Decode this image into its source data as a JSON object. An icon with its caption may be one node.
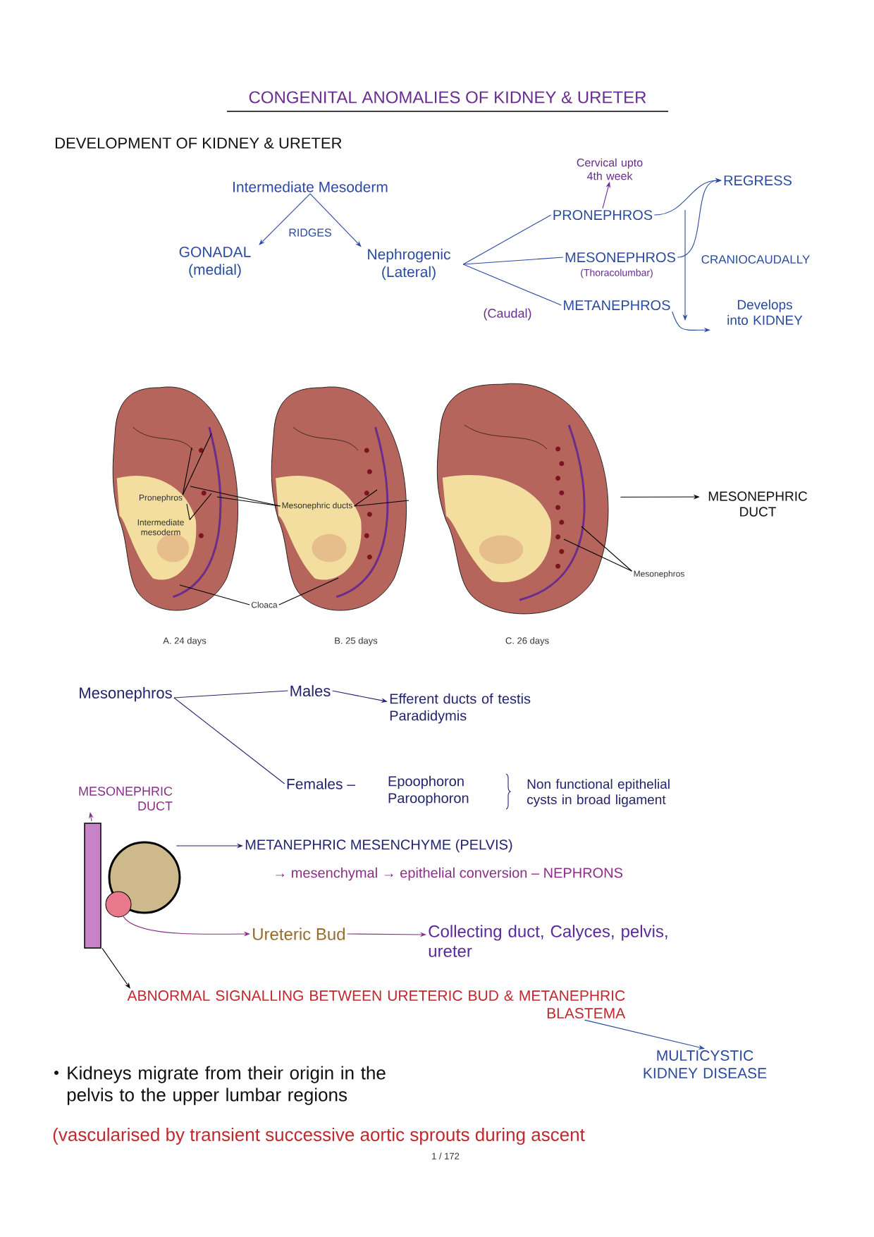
{
  "diagram": {
    "title": "CONGENITAL ANOMALIES OF KIDNEY & URETER",
    "nodes": [
      {
        "text": [
          "Intermediate Mesoderm"
        ]
      },
      {
        "text": [
          "GONADAL (medial)"
        ]
      },
      {
        "text": [
          "Nephrogenic (Lateral)"
        ]
      },
      {
        "text": [
          "PRONEPHROS"
        ]
      },
      {
        "text": [
          "Cervical upto 4th week"
        ]
      },
      {
        "text": [
          "MESONEPHROS"
        ],
        "beside": [
          "(Thoracolumbar)"
        ]
      },
      {
        "text": [
          "METANEPHROS"
        ],
        "beside": [
          "(Caudal)"
        ]
      },
      {
        "text": [
          "REGRESS"
        ]
      },
      {
        "text": [
          "Develops into KIDNEY"
        ]
      },
      {
        "text": [],
        "shape": "picture",
        "beside": [
          "A. 24 days"
        ]
      },
      {
        "text": [],
        "shape": "picture",
        "beside": [
          "B. 25 days"
        ]
      },
      {
        "text": [],
        "shape": "picture",
        "beside": [
          "C. 26 days"
        ]
      },
      {
        "text": [
          "Pronephros"
        ],
        "in": 9
      },
      {
        "text": [
          "Intermediate mesoderm"
        ],
        "in": 9
      },
      {
        "text": [
          "Mesonephric ducts"
        ],
        "in": 10
      },
      {
        "text": [
          "Cloaca"
        ]
      },
      {
        "text": [
          "Mesonephros"
        ]
      },
      {
        "text": [
          "MESONEPHRIC DUCT"
        ]
      },
      {
        "text": [
          "Mesonephros"
        ]
      },
      {
        "text": [
          "Males"
        ]
      },
      {
        "text": [
          "Efferent ducts of testis",
          "Paradidymis"
        ]
      },
      {
        "text": [
          "Females –"
        ]
      },
      {
        "text": [
          "Epoophoron Paroophoron"
        ]
      },
      {
        "text": [
          "MESONEPHRIC DUCT"
        ]
      },
      {
        "text": [],
        "shape": "picture"
      },
      {
        "text": [
          "METANEPHRIC MESENCHYME (PELVIS)"
        ]
      },
      {
        "text": [
          "Ureteric Bud"
        ]
      },
      {
        "text": [
          "Collecting duct, Calyces, pelvis, ureter"
        ]
      },
      {
        "text": [
          "ABNORMAL SIGNALLING BETWEEN URETERIC BUD & METANEPHRIC BLASTEMA"
        ]
      },
      {
        "text": [
          "MULTICYSTIC KIDNEY DISEASE"
        ]
      }
    ],
    "edges": [
      {
        "from": 0,
        "to": 1,
        "arrow": "to",
        "color": "#2a4aa0"
      },
      {
        "from": 0,
        "to": 2,
        "arrow": "to",
        "color": "#2a4aa0"
      },
      {
        "from": 2,
        "to": 3,
        "arrow": "none",
        "color": "#2a4aa0"
      },
      {
        "from": 2,
        "to": 5,
        "arrow": "none",
        "color": "#2a4aa0"
      },
      {
        "from": 2,
        "to": 6,
        "arrow": "none",
        "color": "#2a4aa0"
      },
      {
        "from": 3,
        "to": 4,
        "arrow": "to",
        "color": "#6a2c91"
      },
      {
        "from": 3,
        "to": 7,
        "arrow": "to",
        "color": "#2a4aa0"
      },
      {
        "from": 5,
        "to": 7,
        "arrow": "to",
        "color": "#2a4aa0"
      },
      {
        "from": 6,
        "to": 8,
        "arrow": "to",
        "color": "#2a4aa0"
      },
      {
        "from": 12,
        "to": 9,
        "arrow": "none"
      },
      {
        "from": 12,
        "to": 9,
        "arrow": "none"
      },
      {
        "from": 13,
        "to": 9,
        "arrow": "none"
      },
      {
        "from": 13,
        "to": 9,
        "arrow": "none"
      },
      {
        "from": 14,
        "to": 9,
        "arrow": "none"
      },
      {
        "from": 14,
        "to": 9,
        "arrow": "none"
      },
      {
        "from": 14,
        "to": 10,
        "arrow": "none"
      },
      {
        "from": 14,
        "to": 10,
        "arrow": "none"
      },
      {
        "from": 15,
        "to": 9,
        "arrow": "none"
      },
      {
        "from": 15,
        "to": 10,
        "arrow": "none"
      },
      {
        "from": 16,
        "to": 11,
        "arrow": "none"
      },
      {
        "from": 16,
        "to": 11,
        "arrow": "none"
      },
      {
        "from": 11,
        "to": 17,
        "arrow": "to"
      },
      {
        "from": 18,
        "to": 19,
        "arrow": "none",
        "color": "#23236e"
      },
      {
        "from": 18,
        "to": 21,
        "arrow": "none",
        "color": "#23236e"
      },
      {
        "from": 19,
        "to": 20,
        "arrow": "to",
        "color": "#23236e"
      },
      {
        "from": 24,
        "to": 23,
        "arrow": "to",
        "color": "#8a2d8a"
      },
      {
        "from": 24,
        "to": 25,
        "arrow": "to",
        "color": "#23236e"
      },
      {
        "from": 24,
        "to": 26,
        "arrow": "to",
        "color": "#8a2d8a"
      },
      {
        "from": 24,
        "to": 28,
        "arrow": "to"
      },
      {
        "from": 26,
        "to": 27,
        "arrow": "to",
        "color": "#8a2d8a"
      },
      {
        "from": 28,
        "to": 29,
        "arrow": "to",
        "color": "#2a4aa0"
      }
    ],
    "labels": [
      "DEVELOPMENT OF KIDNEY & URETER",
      "RIDGES",
      "CRANIOCAUDALLY",
      "Non functional epithelial cysts in broad ligament",
      "→ mesenchymal → epithelial conversion – NEPHRONS",
      "Kidneys migrate from their origin in the pelvis to the upper lumbar regions",
      "(vascularised by transient successive aortic sprouts during ascent",
      "1 / 172"
    ]
  }
}
